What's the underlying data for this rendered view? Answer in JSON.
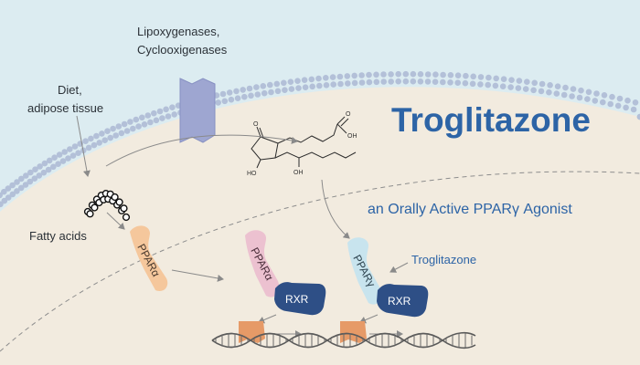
{
  "title": "Troglitazone",
  "subtitle": "an Orally Active PPARγ Agonist",
  "labels": {
    "enzymes_line1": "Lipoxygenases,",
    "enzymes_line2": "Cyclooxigenases",
    "diet_line1": "Diet,",
    "diet_line2": "adipose tissue",
    "fatty_acids": "Fatty acids",
    "drug": "Troglitazone"
  },
  "proteins": {
    "ppar_alpha": "PPARα",
    "ppar_alpha_bound": "PPARα",
    "ppar_gamma": "PPARγ",
    "rxr_1": "RXR",
    "rxr_2": "RXR"
  },
  "chem_atoms": {
    "keto": "O",
    "acid_o": "O",
    "acid_oh": "OH",
    "ho_ring": "HO",
    "oh_chain": "OH"
  },
  "colors": {
    "background": "#dcecf1",
    "cytoplasm": "#f2ebdf",
    "membrane_bead": "#b3c0d8",
    "title": "#2d64a6",
    "ppar_alpha": "#f5c79c",
    "ppar_alpha_bound": "#ecc1d0",
    "ppar_gamma": "#c8e4ee",
    "rxr": "#2e4f86",
    "enzyme": "#9ea6d1",
    "response_element": "#e69a67",
    "dna": "#5a5a5a",
    "arrow": "#8a8a8a"
  }
}
